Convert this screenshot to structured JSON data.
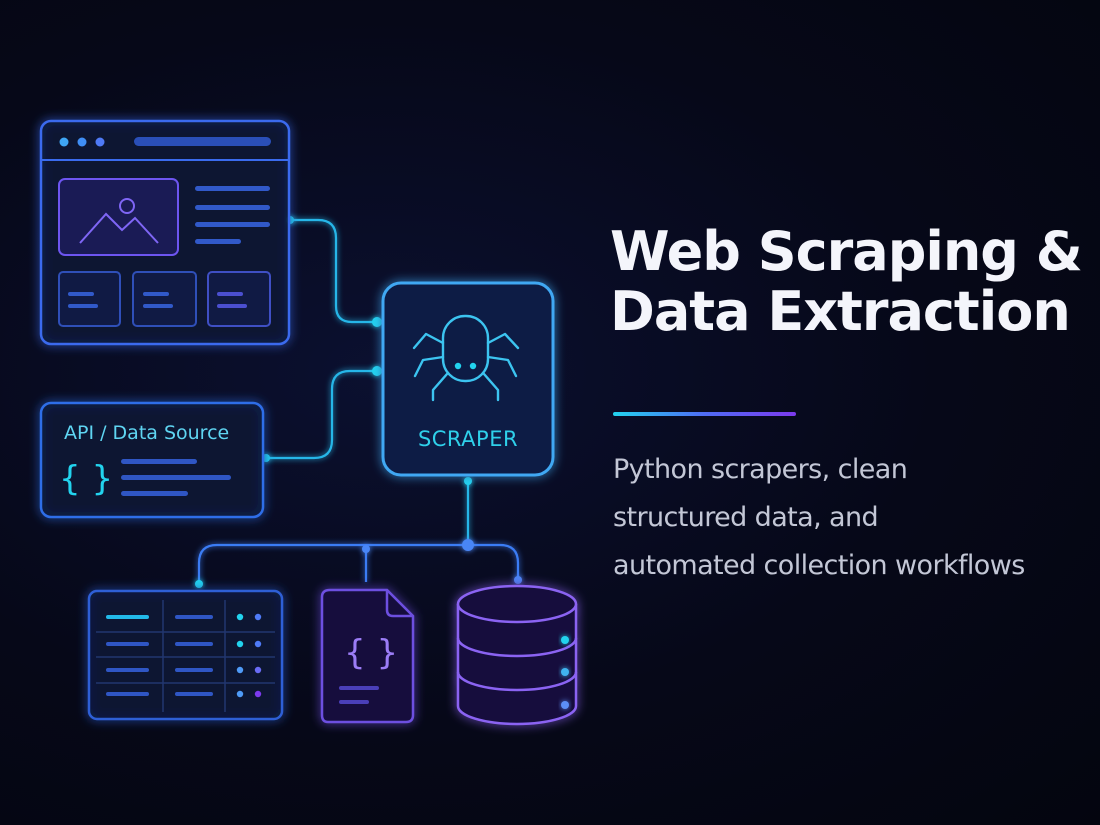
{
  "title": {
    "line1": "Web Scraping &",
    "line2": "Data Extraction"
  },
  "subtitle": {
    "line1": "Python scrapers, clean",
    "line2": "structured data, and",
    "line3": "automated collection workflows"
  },
  "nodes": {
    "scraper_label": "SCRAPER",
    "api_label": "API / Data Source",
    "api_braces": "{ }",
    "json_braces": "{ }"
  },
  "colors": {
    "background": "#060818",
    "accent_cyan": "#22d3ee",
    "accent_blue": "#3b6cf6",
    "accent_purple": "#7c3aed"
  },
  "icons": {
    "scraper": "spider-icon",
    "webpage_image": "mountain-image-icon",
    "json_file": "json-file-icon",
    "database": "database-icon",
    "table": "table-icon"
  }
}
